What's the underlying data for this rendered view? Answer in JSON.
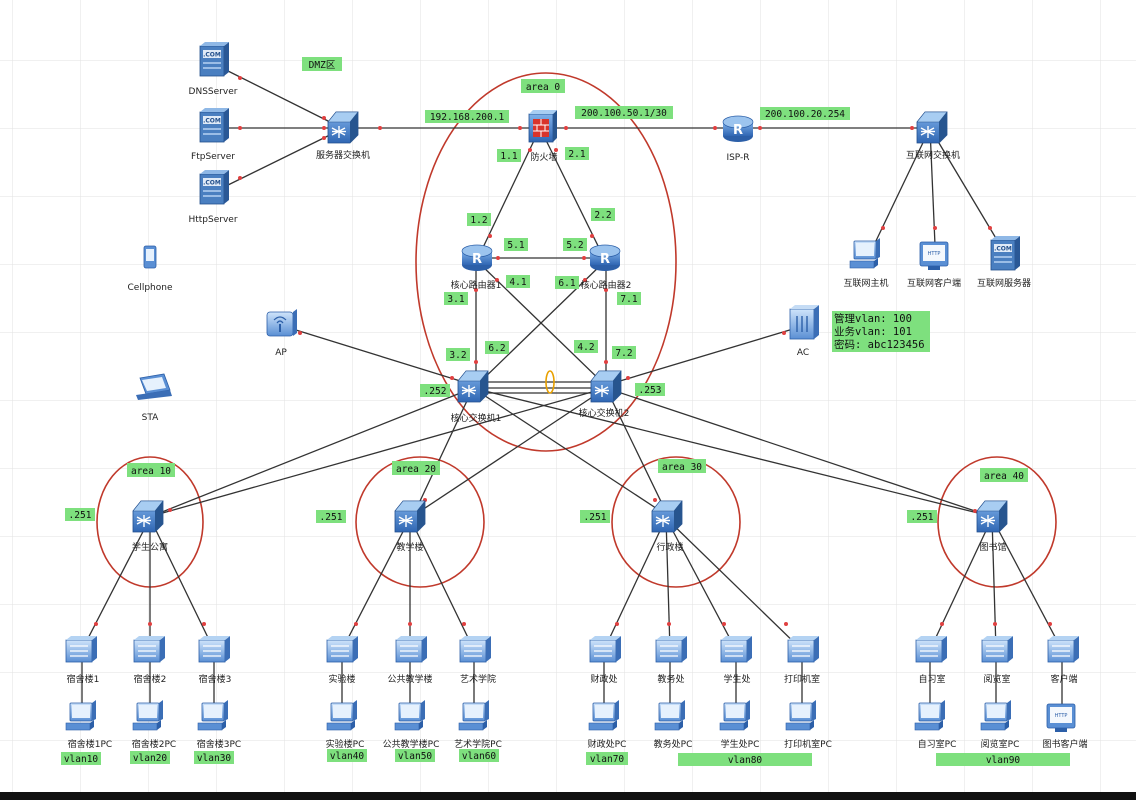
{
  "zones": {
    "dmz": "DMZ区",
    "area0": "area 0",
    "area10": "area 10",
    "area20": "area 20",
    "area30": "area 30",
    "area40": "area 40"
  },
  "devices": {
    "dns_server": "DNSServer",
    "ftp_server": "FtpServer",
    "http_server": "HttpServer",
    "server_switch": "服务器交换机",
    "firewall": "防火墙",
    "isp_router": "ISP-R",
    "internet_switch": "互联网交换机",
    "internet_host": "互联网主机",
    "internet_client": "互联网客户端",
    "internet_server": "互联网服务器",
    "core_router1": "核心路由器1",
    "core_router2": "核心路由器2",
    "cellphone": "Cellphone",
    "ap": "AP",
    "ac": "AC",
    "sta": "STA",
    "core_switch1": "核心交换机1",
    "core_switch2": "核心交换机2",
    "agg1": "学生公寓",
    "agg2": "教学楼",
    "agg3": "行政楼",
    "agg4": "图书馆",
    "acc": [
      "宿舍楼1",
      "宿舍楼2",
      "宿舍楼3",
      "实验楼",
      "公共教学楼",
      "艺术学院",
      "财政处",
      "教务处",
      "学生处",
      "打印机室",
      "自习室",
      "阅览室",
      "客户端"
    ],
    "pcs": [
      "宿舍楼1PC",
      "宿舍楼2PC",
      "宿舍楼3PC",
      "实验楼PC",
      "公共教学楼PC",
      "艺术学院PC",
      "财政处PC",
      "教务处PC",
      "学生处PC",
      "打印机室PC",
      "自习室PC",
      "阅览室PC",
      "图书客户端"
    ]
  },
  "addresses": {
    "dmz_gw": "192.168.200.1",
    "fw_isp": "200.100.50.1/30",
    "isp_inet": "200.100.20.254",
    "fw_r1": "1.1",
    "fw_r2": "2.1",
    "r1_fw": "1.2",
    "r2_fw": "2.2",
    "r1_r2": "5.1",
    "r2_r1": "5.2",
    "r1_x": "4.1",
    "r2_x": "6.1",
    "r1_down": "3.1",
    "r2_down": "7.1",
    "cs1_a": "3.2",
    "cs1_b": "6.2",
    "cs2_a": "4.2",
    "cs2_b": "7.2",
    "cs1_vip": ".252",
    "cs2_vip": ".253",
    "agg1_ip": ".251",
    "agg2_ip": ".251",
    "agg3_ip": ".251",
    "agg4_ip": ".251"
  },
  "wireless_info": {
    "mgmt": "管理vlan: 100",
    "biz": "业务vlan: 101",
    "pwd": "密码: abc123456"
  },
  "vlans": {
    "v10": "vlan10",
    "v20": "vlan20",
    "v30": "vlan30",
    "v40": "vlan40",
    "v50": "vlan50",
    "v60": "vlan60",
    "v70": "vlan70",
    "v80": "vlan80",
    "v90": "vlan90"
  },
  "colors": {
    "tag_green": "#7ee07e",
    "area_circle": "#c0392b",
    "grid": "#e2e2e2",
    "device_blue": "#3f78c4"
  }
}
